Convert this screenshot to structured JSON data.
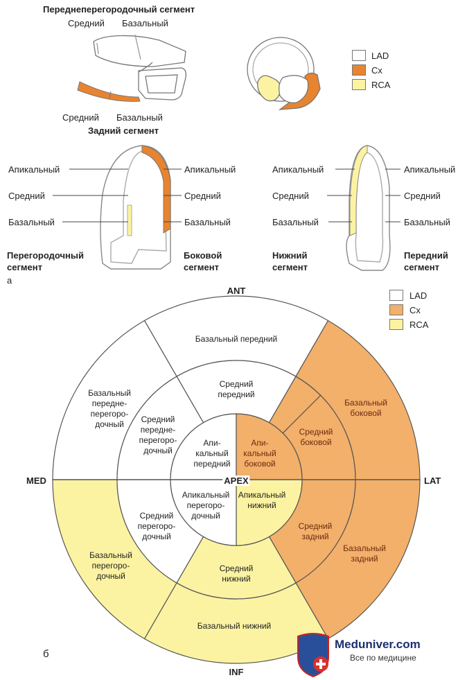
{
  "colors": {
    "lad": "#ffffff",
    "cx": "#e8842f",
    "rca": "#fbf3a2",
    "cx_map": "#f2b06a",
    "rca_map": "#fbf3a2"
  },
  "top": {
    "apse_title": "Переднеперегородочный сегмент",
    "mid_label": "Средний",
    "basal_label": "Базальный",
    "post_title": "Задний сегмент",
    "legend": [
      "LAD",
      "Cx",
      "RCA"
    ],
    "apical": "Апикальный",
    "septal_title_1": "Перегородочный",
    "septal_title_2": "сегмент",
    "lateral_title_1": "Боковой",
    "lateral_title_2": "сегмент",
    "inferior_title_1": "Нижний",
    "inferior_title_2": "сегмент",
    "anterior_title_1": "Передний",
    "anterior_title_2": "сегмент",
    "panel_a": "а"
  },
  "bullseye": {
    "ant": "ANT",
    "inf": "INF",
    "med": "MED",
    "lat": "LAT",
    "apex": "APEX",
    "legend": [
      "LAD",
      "Cx",
      "RCA"
    ],
    "panel_b": "б",
    "segments": {
      "basal_anterior": "Базальный передний",
      "basal_anteroseptal": "Базальный передне-перегоро-дочный",
      "basal_lateral": "Базальный боковой",
      "basal_inferoseptal": "Базальный перегоро-дочный",
      "basal_posterior": "Базальный задний",
      "basal_inferior": "Базальный нижний",
      "mid_anterior": "Средний передний",
      "mid_anteroseptal": "Средний передне-перегоро-дочный",
      "mid_lateral": "Средний боковой",
      "mid_inferoseptal": "Средний перегоро-дочный",
      "mid_posterior": "Средний задний",
      "mid_inferior": "Средний нижний",
      "apical_anterior": "Апи-кальный передний",
      "apical_lateral": "Апи-кальный боковой",
      "apical_septal": "Апикальный перегоро-дочный",
      "apical_inferior": "Апикальный нижний"
    }
  },
  "watermark": {
    "brand": "Meduniver.com",
    "tagline": "Все по медицине"
  }
}
